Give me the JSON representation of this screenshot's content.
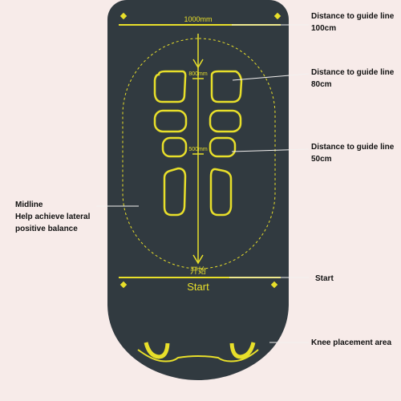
{
  "mat": {
    "top_label": "1000mm",
    "mid_label_80": "800mm",
    "mid_label_50": "500mm",
    "start_cn": "开始",
    "start_en": "Start",
    "colors": {
      "mat": "#313a40",
      "accent": "#e8df2a",
      "background": "#f7ebe9"
    }
  },
  "callouts": {
    "guide_100": "Distance to guide line\n100cm",
    "guide_80": "Distance to guide line\n80cm",
    "guide_50": "Distance to guide line\n50cm",
    "midline": "Midline\nHelp achieve lateral\npositive balance",
    "start": "Start",
    "knee": "Knee placement area"
  }
}
